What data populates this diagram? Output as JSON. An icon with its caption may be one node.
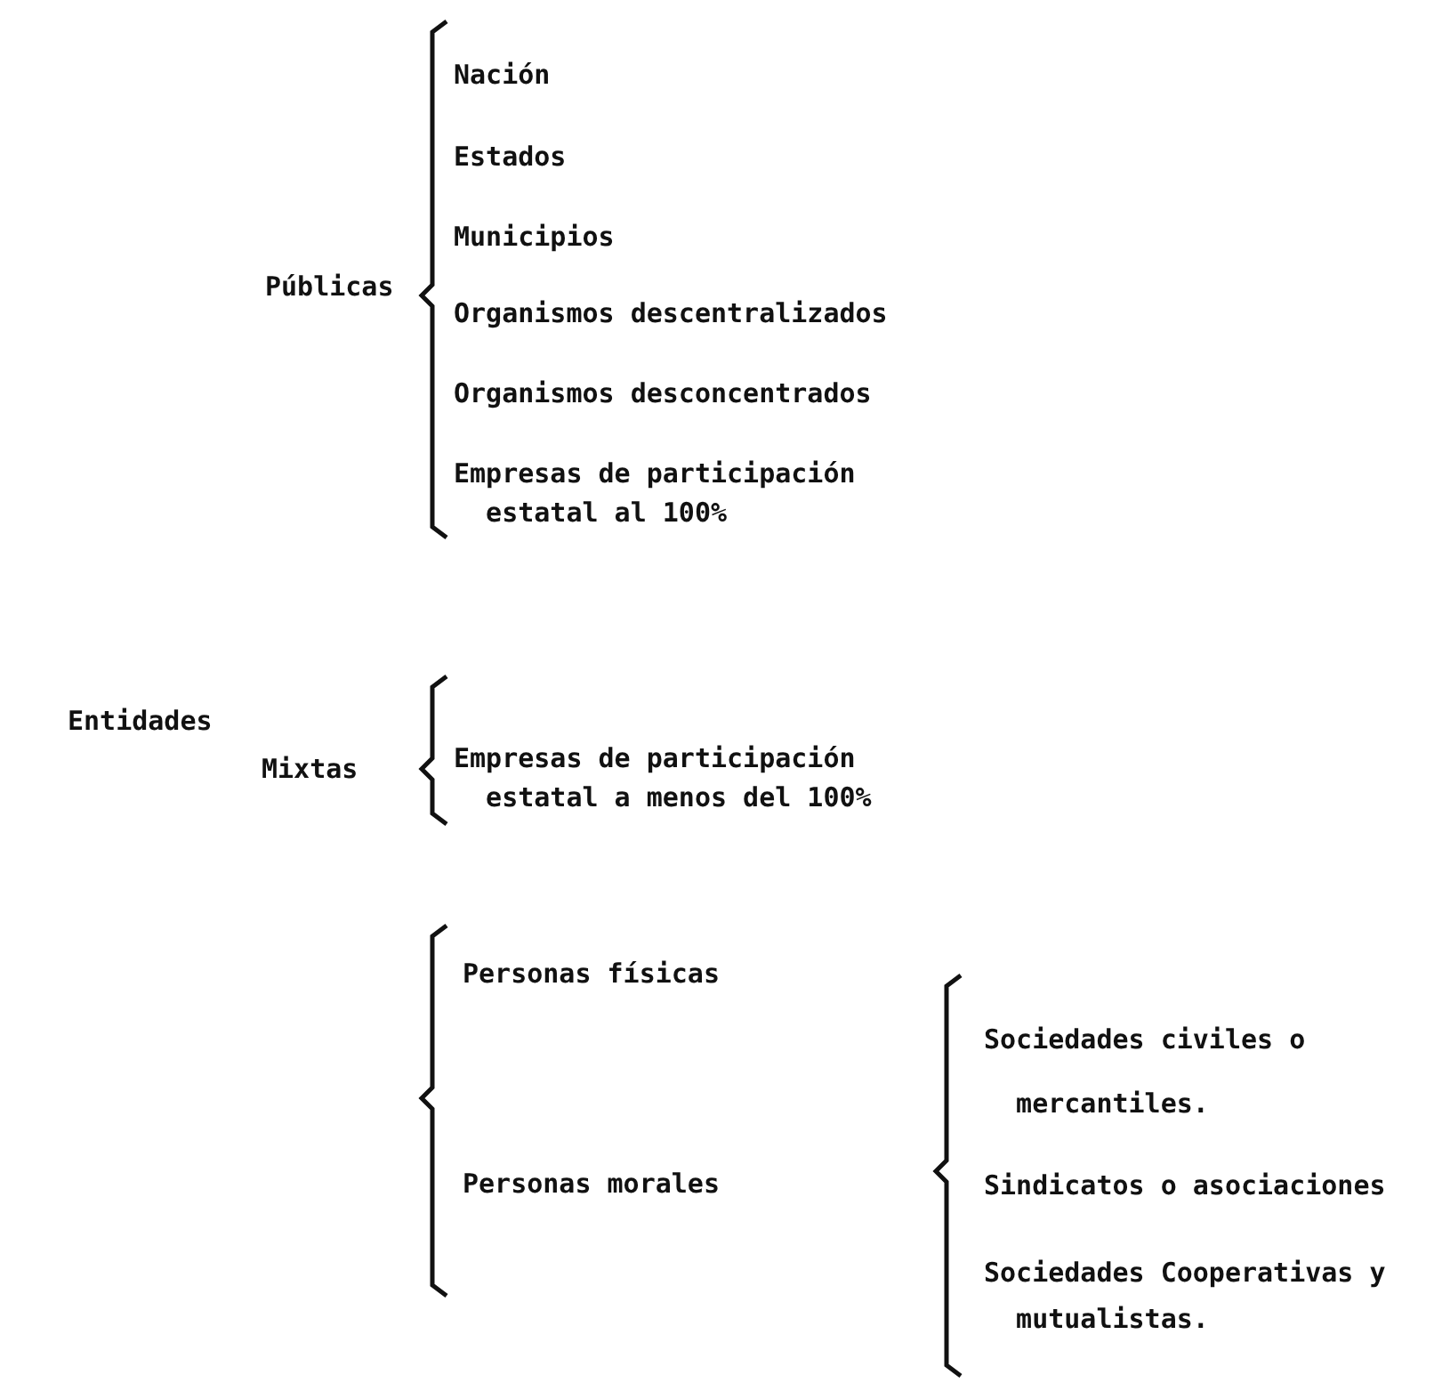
{
  "diagram": {
    "labels": [
      "Nación",
      "Estados",
      "Municipios",
      "Públicas",
      "Organismos descentralizados",
      "Organismos desconcentrados",
      "Empresas de participación estatal al 100%",
      "Entidades",
      "Mixtas",
      "Empresas de participación estatal a menos del 100%",
      "Personas físicas",
      "Sociedades civiles o mercantiles.",
      "Personas morales",
      "Sindicatos o asociaciones",
      "Sociedades Cooperativas y mutualistas."
    ]
  }
}
